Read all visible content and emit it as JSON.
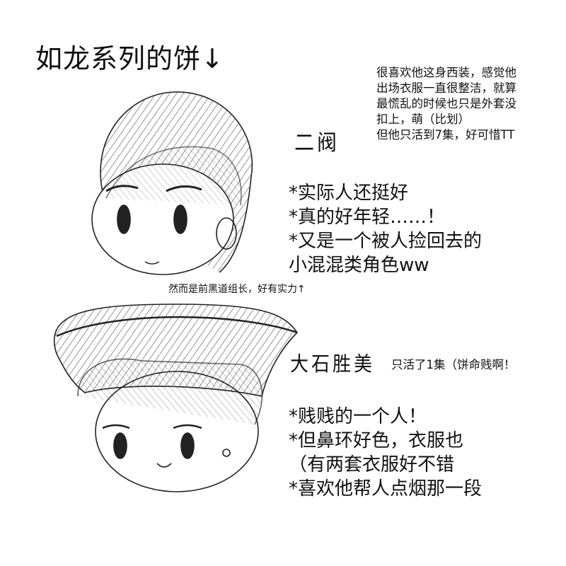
{
  "title": "如龙系列的饼↓",
  "character1": {
    "name": "二阀",
    "note": [
      "很喜欢他这身西装，感觉他",
      "出场衣服一直很整洁，就算",
      "最慌乱的时候也只是外套没",
      "扣上，萌（比划）",
      "但他只活到7集，好可惜TT"
    ],
    "points": [
      "*实际人还挺好",
      "*真的好年轻……！",
      "*又是一个被人捡回去的",
      "小混混类角色ww"
    ],
    "caption": "然而是前黑道组长，好有实力↑"
  },
  "character2": {
    "name": "大石胜美",
    "note": "只活了1集（饼命贱啊！",
    "points": [
      "*贱贱的一个人！",
      "*但鼻环好色，衣服也",
      "（有两套衣服好不错",
      "*喜欢他帮人点烟那一段"
    ]
  },
  "colors": {
    "ink": "#111111",
    "paper": "#ffffff"
  }
}
